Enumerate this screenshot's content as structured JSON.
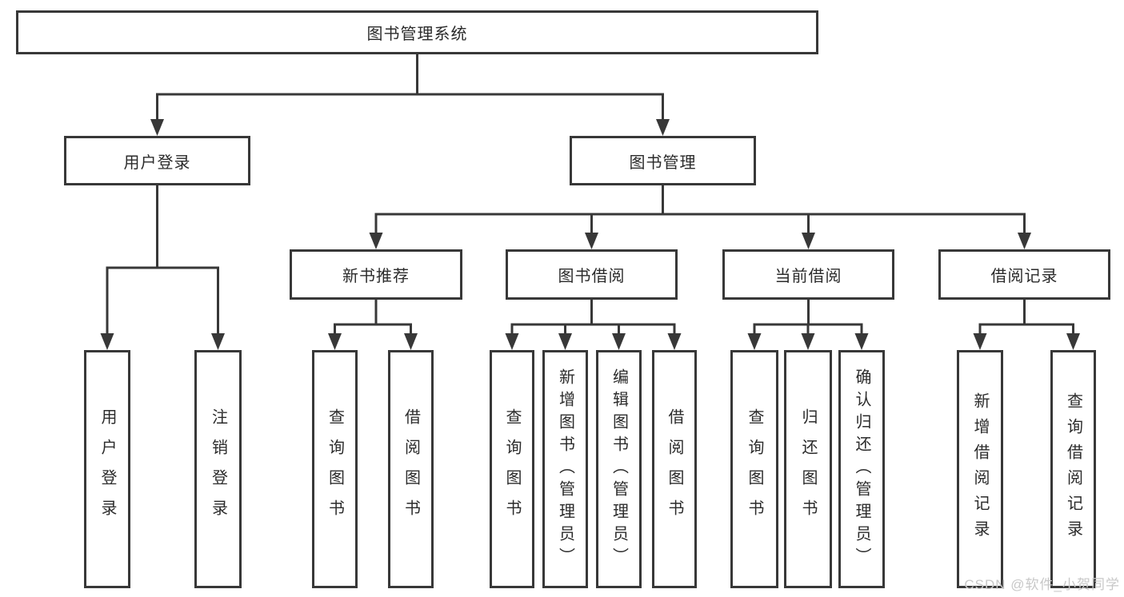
{
  "diagram": {
    "colors": {
      "line": "#383838",
      "text": "#2b2b2b",
      "box_background": "#ffffff",
      "watermark": "#c8c8c8"
    },
    "nodes": {
      "root": {
        "label": "图书管理系统"
      },
      "login": {
        "label": "用户登录",
        "children": {
          "login_action": {
            "label": "用户登录"
          },
          "logout_action": {
            "label": "注销登录"
          }
        }
      },
      "management": {
        "label": "图书管理",
        "children": {
          "new_books": {
            "label": "新书推荐",
            "children": {
              "query_books": {
                "label": "查询图书"
              },
              "borrow_books": {
                "label": "借阅图书"
              }
            }
          },
          "borrowing": {
            "label": "图书借阅",
            "children": {
              "query_books": {
                "label": "查询图书"
              },
              "add_books_admin": {
                "label": "新增图书（管理员）"
              },
              "edit_books_admin": {
                "label": "编辑图书（管理员）"
              },
              "borrow_books": {
                "label": "借阅图书"
              }
            }
          },
          "current_borrow": {
            "label": "当前借阅",
            "children": {
              "query_books": {
                "label": "查询图书"
              },
              "return_books": {
                "label": "归还图书"
              },
              "confirm_return_admin": {
                "label": "确认归还（管理员）"
              }
            }
          },
          "records": {
            "label": "借阅记录",
            "children": {
              "add_record": {
                "label": "新增借阅记录"
              },
              "query_record": {
                "label": "查询借阅记录"
              }
            }
          }
        }
      }
    },
    "watermark": "CSDN @软件_小贺同学"
  }
}
